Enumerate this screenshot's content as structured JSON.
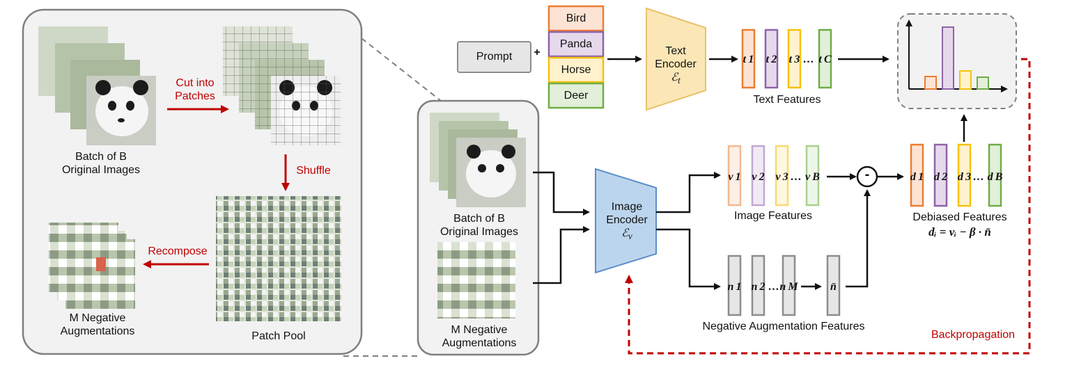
{
  "left_panel": {
    "batch_label_1": "Batch of B",
    "batch_label_2": "Original Images",
    "cut_label_1": "Cut into",
    "cut_label_2": "Patches",
    "shuffle_label": "Shuffle",
    "recompose_label": "Recompose",
    "neg_label_1": "M Negative",
    "neg_label_2": "Augmentations",
    "patch_pool_label": "Patch Pool"
  },
  "middle_panel": {
    "batch_label_1": "Batch of B",
    "batch_label_2": "Original Images",
    "neg_label_1": "M Negative",
    "neg_label_2": "Augmentations"
  },
  "prompt": {
    "label": "Prompt",
    "plus": "+"
  },
  "classes": [
    {
      "label": "Bird",
      "fill": "#fde3d4",
      "stroke": "#ed7d31"
    },
    {
      "label": "Panda",
      "fill": "#e6d9ec",
      "stroke": "#8e63a8"
    },
    {
      "label": "Horse",
      "fill": "#fff2cc",
      "stroke": "#f5c20e"
    },
    {
      "label": "Deer",
      "fill": "#e2efd9",
      "stroke": "#70ad47"
    }
  ],
  "text_encoder": {
    "label": "Text",
    "label2": "Encoder",
    "symbol": "ℰ",
    "sub": "t",
    "fill": "#fbe6b6",
    "stroke": "#e8c26a"
  },
  "image_encoder": {
    "label": "Image",
    "label2": "Encoder",
    "symbol": "ℰ",
    "sub": "v",
    "fill": "#bcd5ee",
    "stroke": "#5b8fc9"
  },
  "text_features": {
    "caption": "Text Features",
    "items": [
      "t1",
      "t2",
      "t3",
      "…",
      "tC"
    ]
  },
  "image_features": {
    "caption": "Image Features",
    "items": [
      "v1",
      "v2",
      "v3",
      "…",
      "vB"
    ]
  },
  "neg_features": {
    "caption": "Negative Augmentation Features",
    "items": [
      "n1",
      "n2",
      "…",
      "nM"
    ],
    "mean": "n̄"
  },
  "debiased_features": {
    "caption": "Debiased Features",
    "formula": "dᵢ = vᵢ − β · n̄",
    "items": [
      "d1",
      "d2",
      "d3",
      "…",
      "dB"
    ]
  },
  "subtract_symbol": "-",
  "backprop_label": "Backpropagation",
  "colors": {
    "red": "#c00000",
    "orange": "#ed7d31",
    "purple": "#8e63a8",
    "yellow": "#f5c20e",
    "green": "#70ad47",
    "gray": "#7f7f7f"
  }
}
